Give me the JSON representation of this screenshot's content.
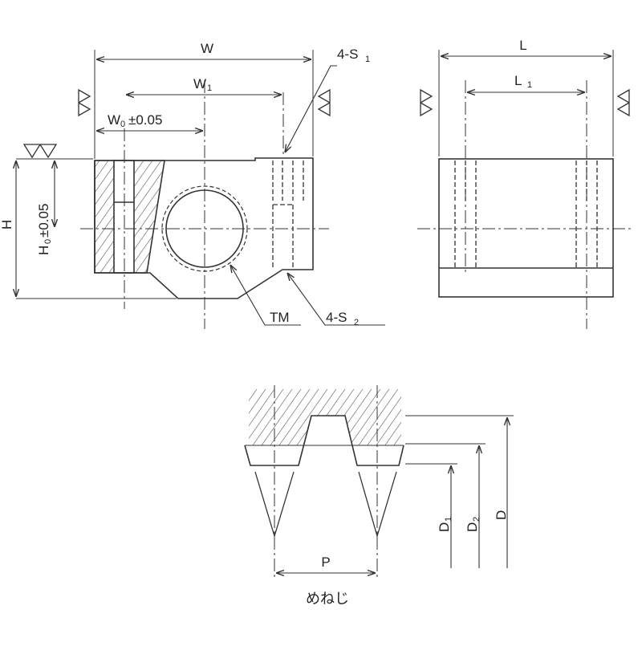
{
  "labels": {
    "W": "W",
    "W1": "W",
    "W1_sub": "1",
    "W0": "W",
    "W0_sub": "0",
    "W0_tol": "±0.05",
    "S1_count": "4-S",
    "S1_sub": "1",
    "L": "L",
    "L1": "L",
    "L1_sub": "1",
    "H": "H",
    "H0": "H",
    "H0_sub": "0",
    "H0_tol": "±0.05",
    "TM": "TM",
    "S2_count": "4-S",
    "S2_sub": "2",
    "P": "P",
    "D": "D",
    "D1": "D",
    "D1_sub": "1",
    "D2": "D",
    "D2_sub": "2",
    "thread_caption": "めねじ"
  },
  "colors": {
    "line": "#333333",
    "hatch": "#555555",
    "background": "#ffffff"
  }
}
